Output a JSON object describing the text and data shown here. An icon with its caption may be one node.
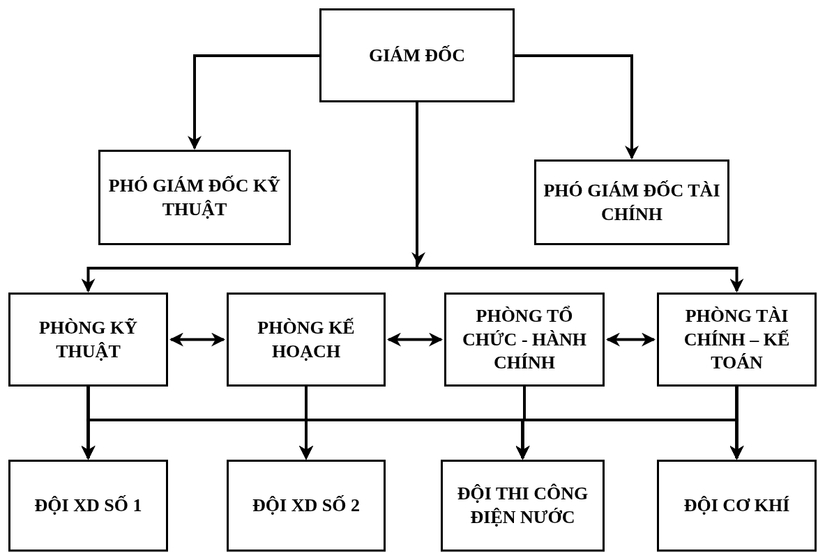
{
  "diagram": {
    "nodes": [
      {
        "text": [
          "GIÁM ĐỐC"
        ]
      },
      {
        "text": [
          "PHÓ GIÁM ĐỐC KỸ THUẬT"
        ]
      },
      {
        "text": [
          "PHÓ GIÁM ĐỐC TÀI CHÍNH"
        ]
      },
      {
        "text": [
          "PHÒNG KỸ THUẬT"
        ]
      },
      {
        "text": [
          "PHÒNG KẾ HOẠCH"
        ]
      },
      {
        "text": [
          "PHÒNG TỔ CHỨC - HÀNH CHÍNH"
        ]
      },
      {
        "text": [
          "PHÒNG TÀI CHÍNH – KẾ TOÁN"
        ]
      },
      {
        "text": [
          "ĐỘI XD SỐ 1"
        ]
      },
      {
        "text": [
          "ĐỘI XD SỐ 2"
        ]
      },
      {
        "text": [
          "ĐỘI THI CÔNG ĐIỆN NƯỚC"
        ]
      },
      {
        "text": [
          "ĐỘI CƠ KHÍ"
        ]
      }
    ],
    "edges": [
      {
        "from": 0,
        "to": 1,
        "arrow": "to"
      },
      {
        "from": 0,
        "to": 2,
        "arrow": "to"
      },
      {
        "from": 0,
        "to": 3,
        "arrow": "to"
      },
      {
        "from": 0,
        "to": 6,
        "arrow": "to"
      },
      {
        "from": 3,
        "to": 4,
        "arrow": "both"
      },
      {
        "from": 4,
        "to": 5,
        "arrow": "both"
      },
      {
        "from": 5,
        "to": 6,
        "arrow": "both"
      },
      {
        "from": 3,
        "to": 7,
        "arrow": "to"
      },
      {
        "from": 3,
        "to": 8,
        "arrow": "to"
      },
      {
        "from": 3,
        "to": 9,
        "arrow": "to"
      },
      {
        "from": 3,
        "to": 10,
        "arrow": "to"
      },
      {
        "from": 4,
        "to": 7,
        "arrow": "to"
      },
      {
        "from": 4,
        "to": 8,
        "arrow": "to"
      },
      {
        "from": 4,
        "to": 9,
        "arrow": "to"
      },
      {
        "from": 4,
        "to": 10,
        "arrow": "to"
      },
      {
        "from": 5,
        "to": 7,
        "arrow": "to"
      },
      {
        "from": 5,
        "to": 8,
        "arrow": "to"
      },
      {
        "from": 5,
        "to": 9,
        "arrow": "to"
      },
      {
        "from": 5,
        "to": 10,
        "arrow": "to"
      },
      {
        "from": 6,
        "to": 7,
        "arrow": "to"
      },
      {
        "from": 6,
        "to": 8,
        "arrow": "to"
      },
      {
        "from": 6,
        "to": 9,
        "arrow": "to"
      },
      {
        "from": 6,
        "to": 10,
        "arrow": "to"
      }
    ]
  }
}
